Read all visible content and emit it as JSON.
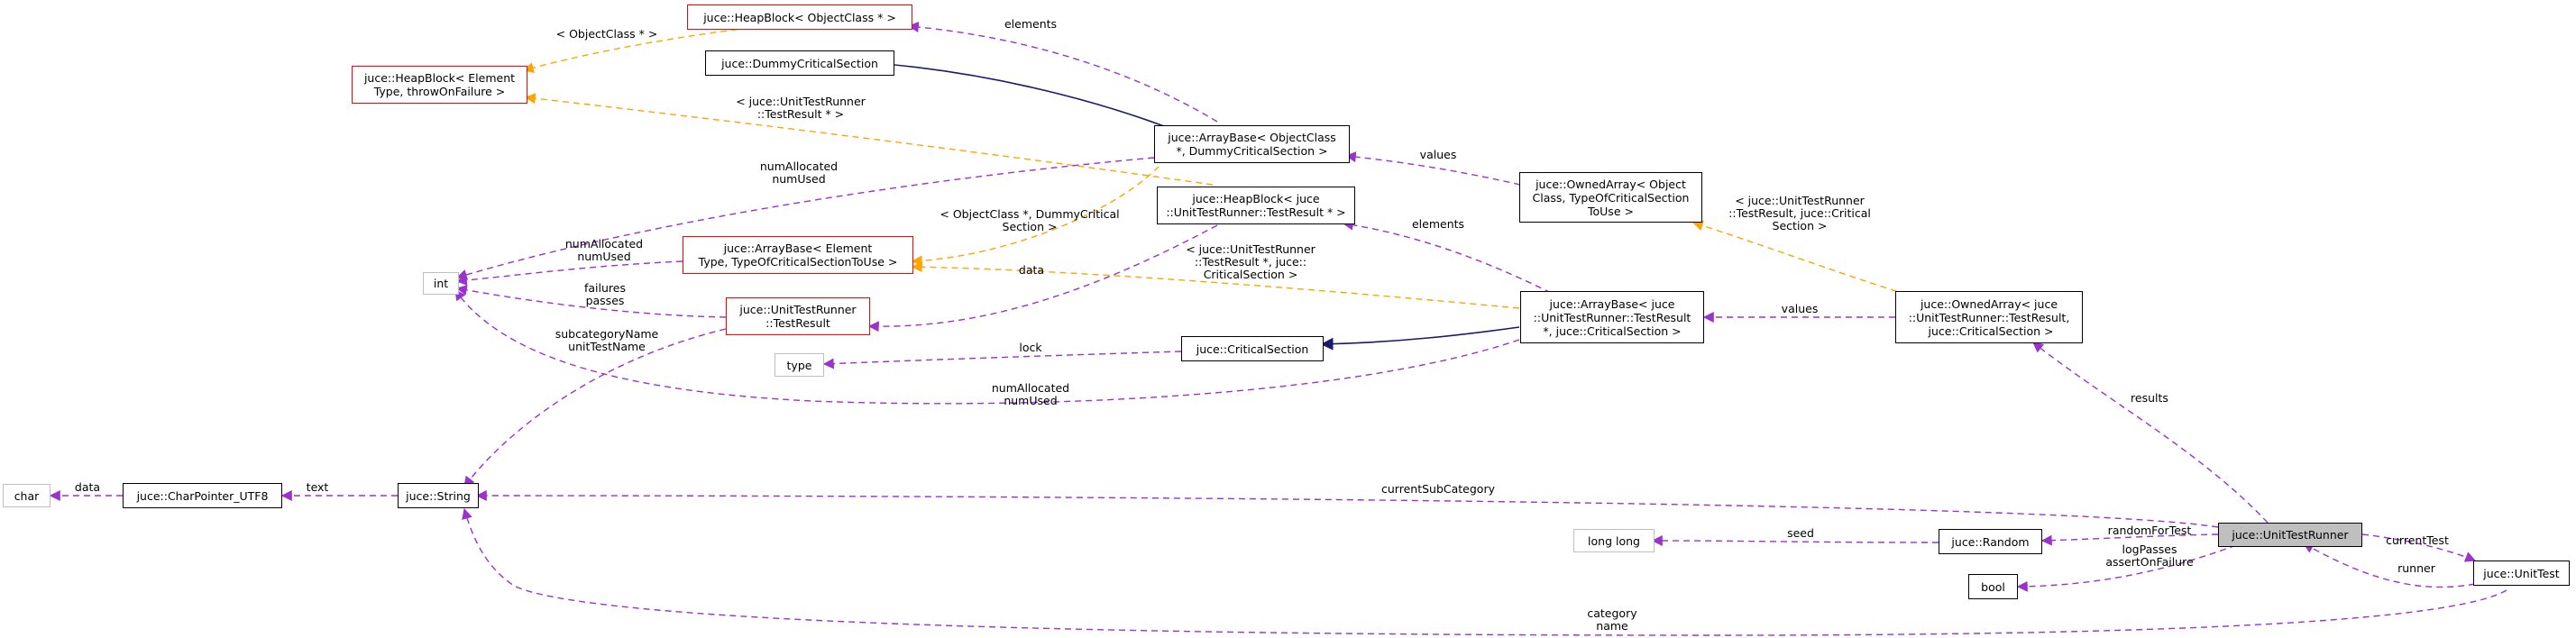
{
  "colors": {
    "inheritance": "#191970",
    "usage": "#9a32cd",
    "template": "#ffa500",
    "highlight": "#bfbfbf",
    "incomplete": "#ff0000"
  },
  "nodes": {
    "heapblock_objectclass": "juce::HeapBlock< ObjectClass * >",
    "heapblock_element": "juce::HeapBlock< Element\nType, throwOnFailure >",
    "dummycriticalsection": "juce::DummyCriticalSection",
    "arraybase_objectclass": "juce::ArrayBase< ObjectClass\n*, DummyCriticalSection >",
    "ownedarray_objectclass": "juce::OwnedArray< Object\nClass, TypeOfCriticalSection\nToUse >",
    "heapblock_testresult": "juce::HeapBlock< juce\n::UnitTestRunner::TestResult * >",
    "int": "int",
    "arraybase_element": "juce::ArrayBase< Element\nType, TypeOfCriticalSectionToUse >",
    "testresult": "juce::UnitTestRunner\n::TestResult",
    "type": "type",
    "criticalsection": "juce::CriticalSection",
    "arraybase_testresult": "juce::ArrayBase< juce\n::UnitTestRunner::TestResult\n*, juce::CriticalSection >",
    "ownedarray_testresult": "juce::OwnedArray< juce\n::UnitTestRunner::TestResult,\n juce::CriticalSection >",
    "char": "char",
    "charpointer": "juce::CharPointer_UTF8",
    "string": "juce::String",
    "longlong": "long long",
    "random": "juce::Random",
    "unittestrunner": "juce::UnitTestRunner",
    "bool": "bool",
    "unittest": "juce::UnitTest"
  },
  "edge_labels": {
    "objectclass_ptr": "< ObjectClass * >",
    "elements_top": "elements",
    "testresult_ptr": "< juce::UnitTestRunner\n::TestResult * >",
    "numallocated_top": "numAllocated\nnumUsed",
    "values_top": "values",
    "objectclass_dummy": "< ObjectClass *, DummyCritical\nSection >",
    "numallocated_mid": "numAllocated\nnumUsed",
    "elements_mid": "elements",
    "testresult_crit": "< juce::UnitTestRunner\n::TestResult, juce::Critical\nSection >",
    "testresult_ptr_crit": "< juce::UnitTestRunner\n::TestResult *, juce::\nCriticalSection >",
    "failures_passes": "failures\npasses",
    "data_mid": "data",
    "values_mid": "values",
    "subcategory_unittest": "subcategoryName\nunitTestName",
    "lock": "lock",
    "numallocated_bottom": "numAllocated\nnumUsed",
    "results": "results",
    "data_left": "data",
    "text": "text",
    "currentsubcategory": "currentSubCategory",
    "currenttest": "currentTest",
    "seed": "seed",
    "randomfortest": "randomForTest",
    "logpasses": "logPasses\nassertOnFailure",
    "runner": "runner",
    "category_name": "category\nname"
  }
}
